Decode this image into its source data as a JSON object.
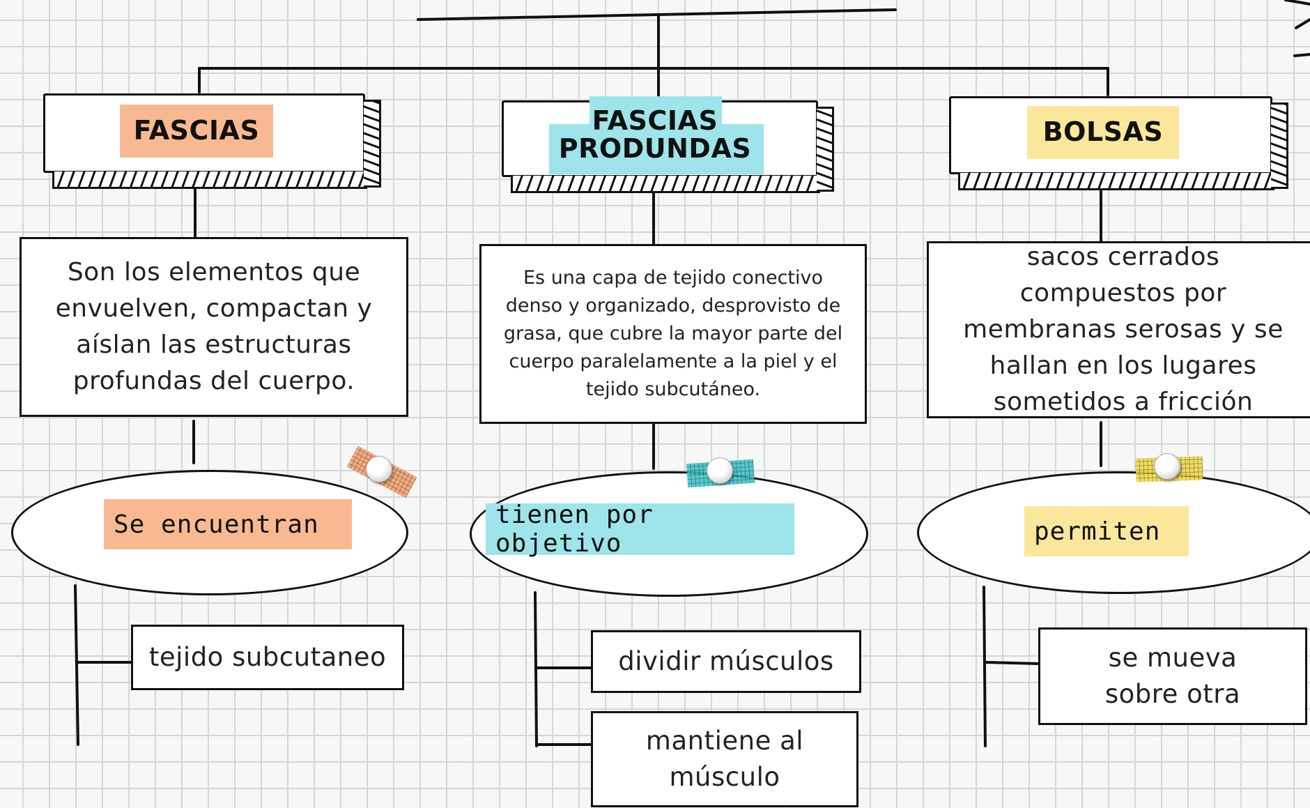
{
  "colors": {
    "orange": "#f8b992",
    "cyan": "#9ee4ea",
    "yellow": "#fbe79c",
    "tape_orange": "#f4a06a",
    "tape_cyan": "#35c1c8",
    "tape_yellow": "#f2d944"
  },
  "columns": [
    {
      "title": "FASCIAS",
      "description": "Son los elementos que envuelven, compactan y aíslan las estructuras profundas del cuerpo.",
      "connector": "Se encuentran",
      "leaves": [
        "tejido subcutaneo"
      ]
    },
    {
      "title_lines": [
        "FASCIAS",
        "PRODUNDAS"
      ],
      "description": "Es una capa de tejido conectivo denso y organizado, desprovisto de grasa, que cubre la mayor parte del cuerpo paralelamente a la piel y el tejido subcutáneo.",
      "connector": "tienen por objetivo",
      "leaves": [
        "dividir músculos",
        "mantiene al músculo"
      ]
    },
    {
      "title": "BOLSAS",
      "description": "sacos cerrados compuestos por membranas serosas y se hallan en los lugares sometidos a fricción",
      "connector": "permiten",
      "leaves": [
        "se mueva sobre otra"
      ]
    }
  ]
}
